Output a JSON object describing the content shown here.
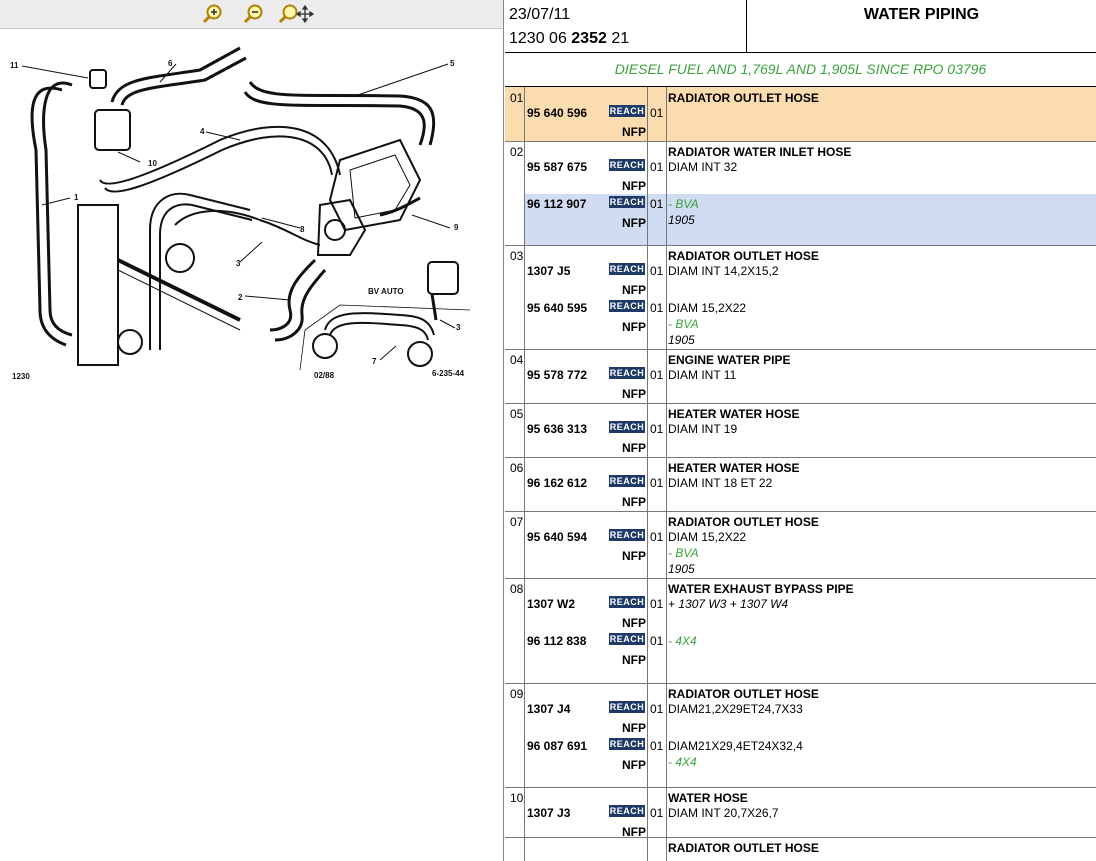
{
  "toolbar": {
    "zoom_in_icon": "zoom-in-icon",
    "zoom_out_icon": "zoom-out-icon",
    "zoom_move_icon": "zoom-pan-icon"
  },
  "diagram": {
    "labels": [
      "11",
      "6",
      "5",
      "4",
      "10",
      "1",
      "8",
      "9",
      "3",
      "2",
      "BV AUTO",
      "3",
      "7",
      "1230",
      "02/88",
      "6-235-44"
    ]
  },
  "header": {
    "date": "23/07/11",
    "code_a": "1230 06 ",
    "code_b": "2352",
    "code_c": " 21",
    "title": "WATER PIPING"
  },
  "subtitle": "DIESEL FUEL AND 1,769L AND 1,905L SINCE RPO 03796",
  "reach": "REACH",
  "nfp": "NFP",
  "groups": [
    {
      "pos": "01",
      "desc": "RADIATOR OUTLET HOSE",
      "parts": [
        {
          "pn": "95 640 596",
          "qty": "01",
          "lines": []
        }
      ]
    },
    {
      "pos": "02",
      "desc": "RADIATOR WATER INLET HOSE",
      "parts": [
        {
          "pn": "95 587 675",
          "qty": "01",
          "lines": [
            "DIAM INT 32"
          ]
        },
        {
          "pn": "96 112 907",
          "qty": "01",
          "lines": [
            "- BVA",
            "1905"
          ]
        }
      ]
    },
    {
      "pos": "03",
      "desc": "RADIATOR OUTLET HOSE",
      "parts": [
        {
          "pn": "1307 J5",
          "qty": "01",
          "lines": [
            "DIAM INT 14,2X15,2"
          ]
        },
        {
          "pn": "95 640 595",
          "qty": "01",
          "lines": [
            "DIAM 15,2X22",
            "- BVA",
            "1905"
          ]
        }
      ]
    },
    {
      "pos": "04",
      "desc": "ENGINE WATER PIPE",
      "parts": [
        {
          "pn": "95 578 772",
          "qty": "01",
          "lines": [
            "DIAM INT 11"
          ]
        }
      ]
    },
    {
      "pos": "05",
      "desc": "HEATER WATER HOSE",
      "parts": [
        {
          "pn": "95 636 313",
          "qty": "01",
          "lines": [
            "DIAM INT 19"
          ]
        }
      ]
    },
    {
      "pos": "06",
      "desc": "HEATER WATER HOSE",
      "parts": [
        {
          "pn": "96 162 612",
          "qty": "01",
          "lines": [
            "DIAM INT 18 ET 22"
          ]
        }
      ]
    },
    {
      "pos": "07",
      "desc": "RADIATOR OUTLET HOSE",
      "parts": [
        {
          "pn": "95 640 594",
          "qty": "01",
          "lines": [
            "DIAM 15,2X22",
            "- BVA",
            "1905"
          ]
        }
      ]
    },
    {
      "pos": "08",
      "desc": "WATER EXHAUST BYPASS PIPE",
      "parts": [
        {
          "pn": "1307 W2",
          "qty": "01",
          "lines": [
            "+ 1307 W3 + 1307 W4"
          ]
        },
        {
          "pn": "96 112 838",
          "qty": "01",
          "lines": [
            "- 4X4"
          ]
        }
      ]
    },
    {
      "pos": "09",
      "desc": "RADIATOR OUTLET HOSE",
      "parts": [
        {
          "pn": "1307 J4",
          "qty": "01",
          "lines": [
            "DIAM21,2X29ET24,7X33"
          ]
        },
        {
          "pn": "96 087 691",
          "qty": "01",
          "lines": [
            "DIAM21X29,4ET24X32,4",
            "- 4X4"
          ]
        }
      ]
    },
    {
      "pos": "10",
      "desc": "WATER HOSE",
      "parts": [
        {
          "pn": "1307 J3",
          "qty": "01",
          "lines": [
            "DIAM INT 20,7X26,7"
          ]
        }
      ]
    },
    {
      "pos": "",
      "desc": "RADIATOR OUTLET HOSE",
      "parts": []
    }
  ]
}
